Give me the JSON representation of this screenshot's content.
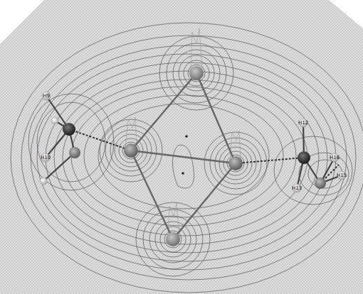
{
  "diagram": {
    "labels": [
      "H9",
      "H10",
      "H12",
      "H13",
      "H15",
      "H16"
    ]
  }
}
